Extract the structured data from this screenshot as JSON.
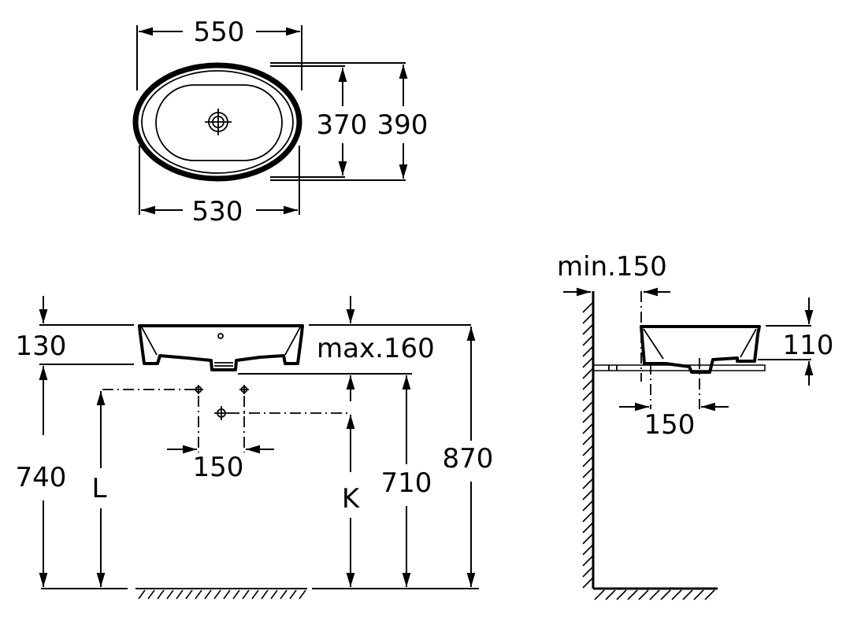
{
  "drawing": {
    "title": "Oval countertop washbasin technical drawing",
    "units": "mm",
    "top_view": {
      "outer_width": "550",
      "base_width": "530",
      "inner_depth": "370",
      "outer_depth": "390"
    },
    "front_view": {
      "basin_height": "130",
      "max_height_label": "max.160",
      "tap_spacing": "150",
      "counter_height": "740",
      "label_L": "L",
      "label_K": "K",
      "waste_height": "710",
      "overall_height": "870"
    },
    "side_view": {
      "min_wall_label": "min.150",
      "basin_height": "110",
      "waste_offset": "150"
    }
  }
}
